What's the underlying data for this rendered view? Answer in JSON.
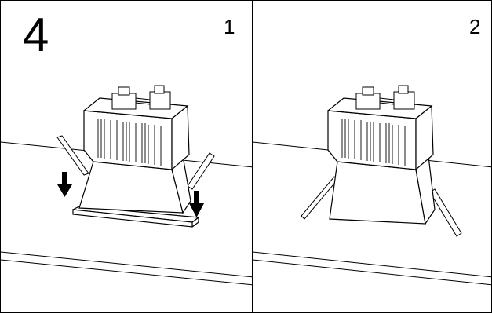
{
  "step": {
    "number": "4"
  },
  "panels": [
    {
      "index": "1"
    },
    {
      "index": "2"
    }
  ]
}
